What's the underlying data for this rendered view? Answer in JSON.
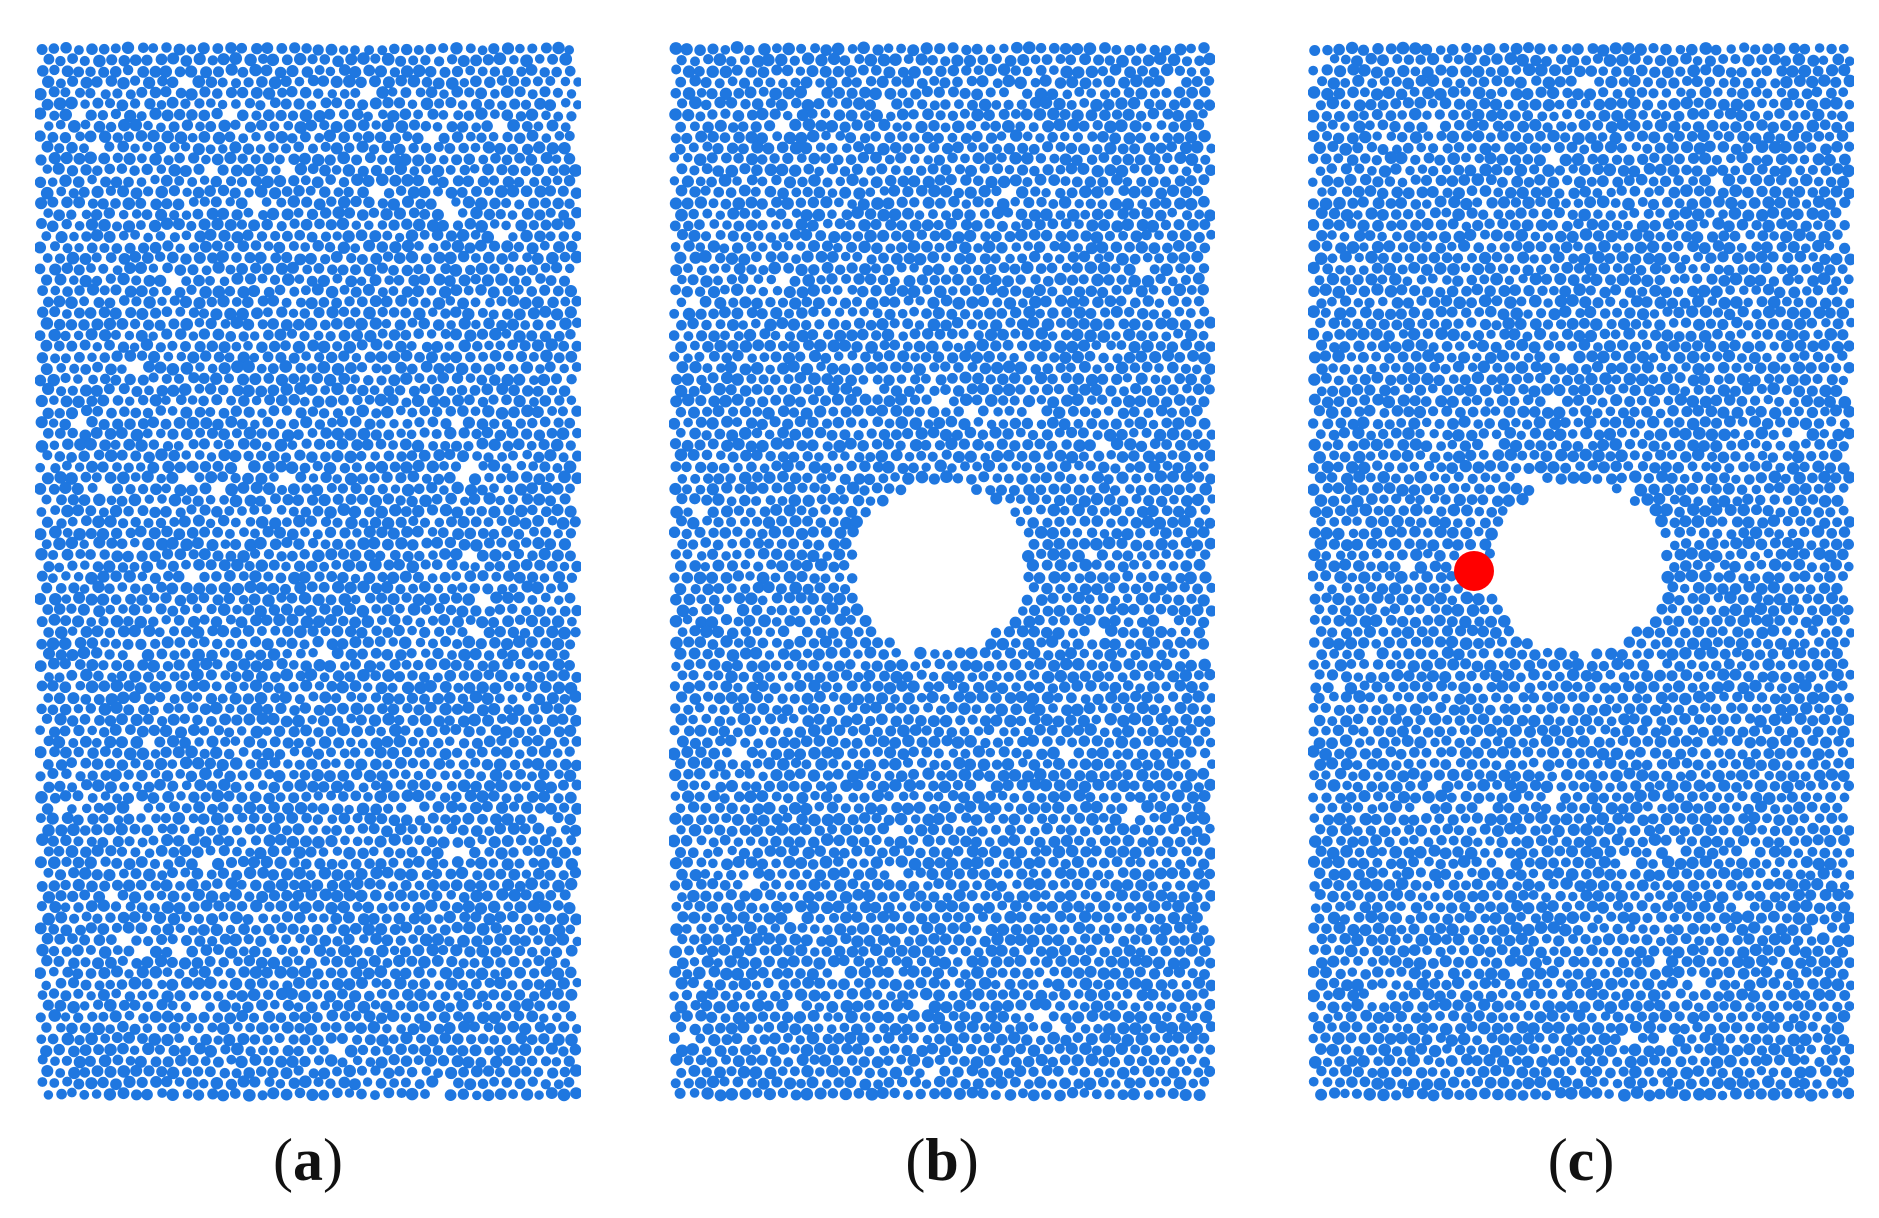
{
  "figure": {
    "panels": [
      {
        "id": "a",
        "label": "a",
        "hole": false,
        "marker": false
      },
      {
        "id": "b",
        "label": "b",
        "hole": true,
        "marker": false
      },
      {
        "id": "c",
        "label": "c",
        "hole": true,
        "marker": true
      }
    ],
    "colors": {
      "particle": "#1f77e0",
      "background": "#ffffff",
      "marker": "#ff0000",
      "caption": "#111111"
    },
    "caption_open": "(",
    "caption_close": ")"
  }
}
